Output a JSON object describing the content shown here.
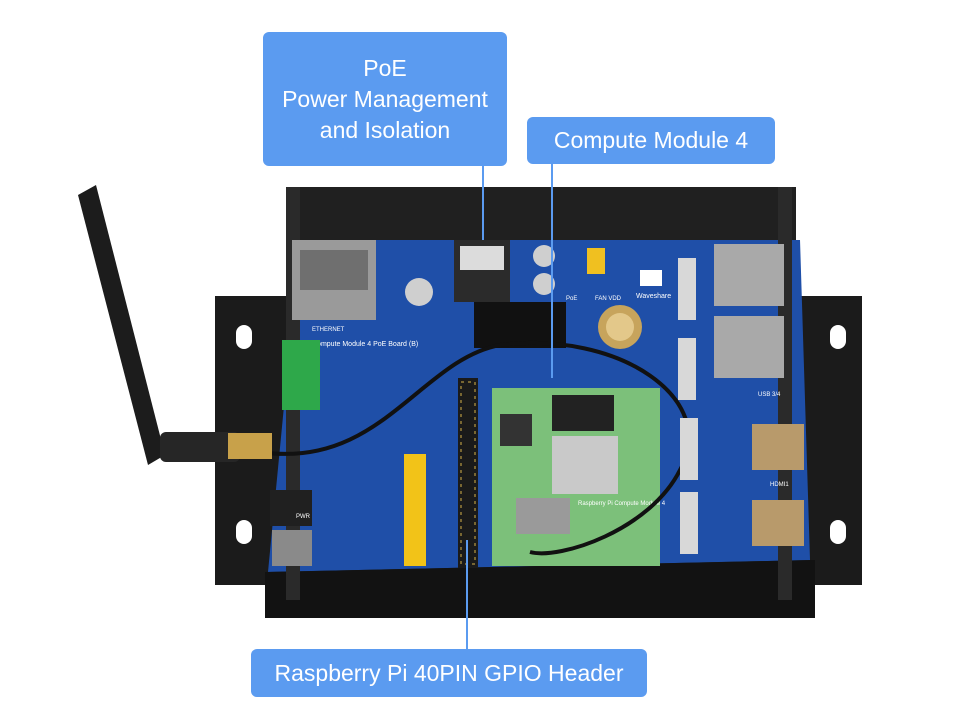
{
  "callouts": {
    "poe": {
      "line1": "PoE",
      "line2": "Power Management",
      "line3": "and Isolation"
    },
    "cm4": "Compute Module 4",
    "gpio": "Raspberry Pi 40PIN GPIO Header"
  },
  "board": {
    "title": "Compute Module 4 PoE Board (B)",
    "ethernet_label": "ETHERNET",
    "brand": "Waveshare",
    "poe_label": "PoE",
    "fan_label": "FAN VDD",
    "usb_label": "USB 3/4",
    "hdmi_label": "HDMI1",
    "pwr_label": "PWR",
    "module_label": "Raspberry Pi Compute Module 4"
  },
  "colors": {
    "callout": "#5b9bf0",
    "board": "#1f4fa8",
    "enclosure": "#1a1a1a",
    "module": "#7cc07a"
  },
  "icons": {
    "antenna": "wifi-antenna-icon",
    "logo": "waveshare-logo-icon"
  }
}
